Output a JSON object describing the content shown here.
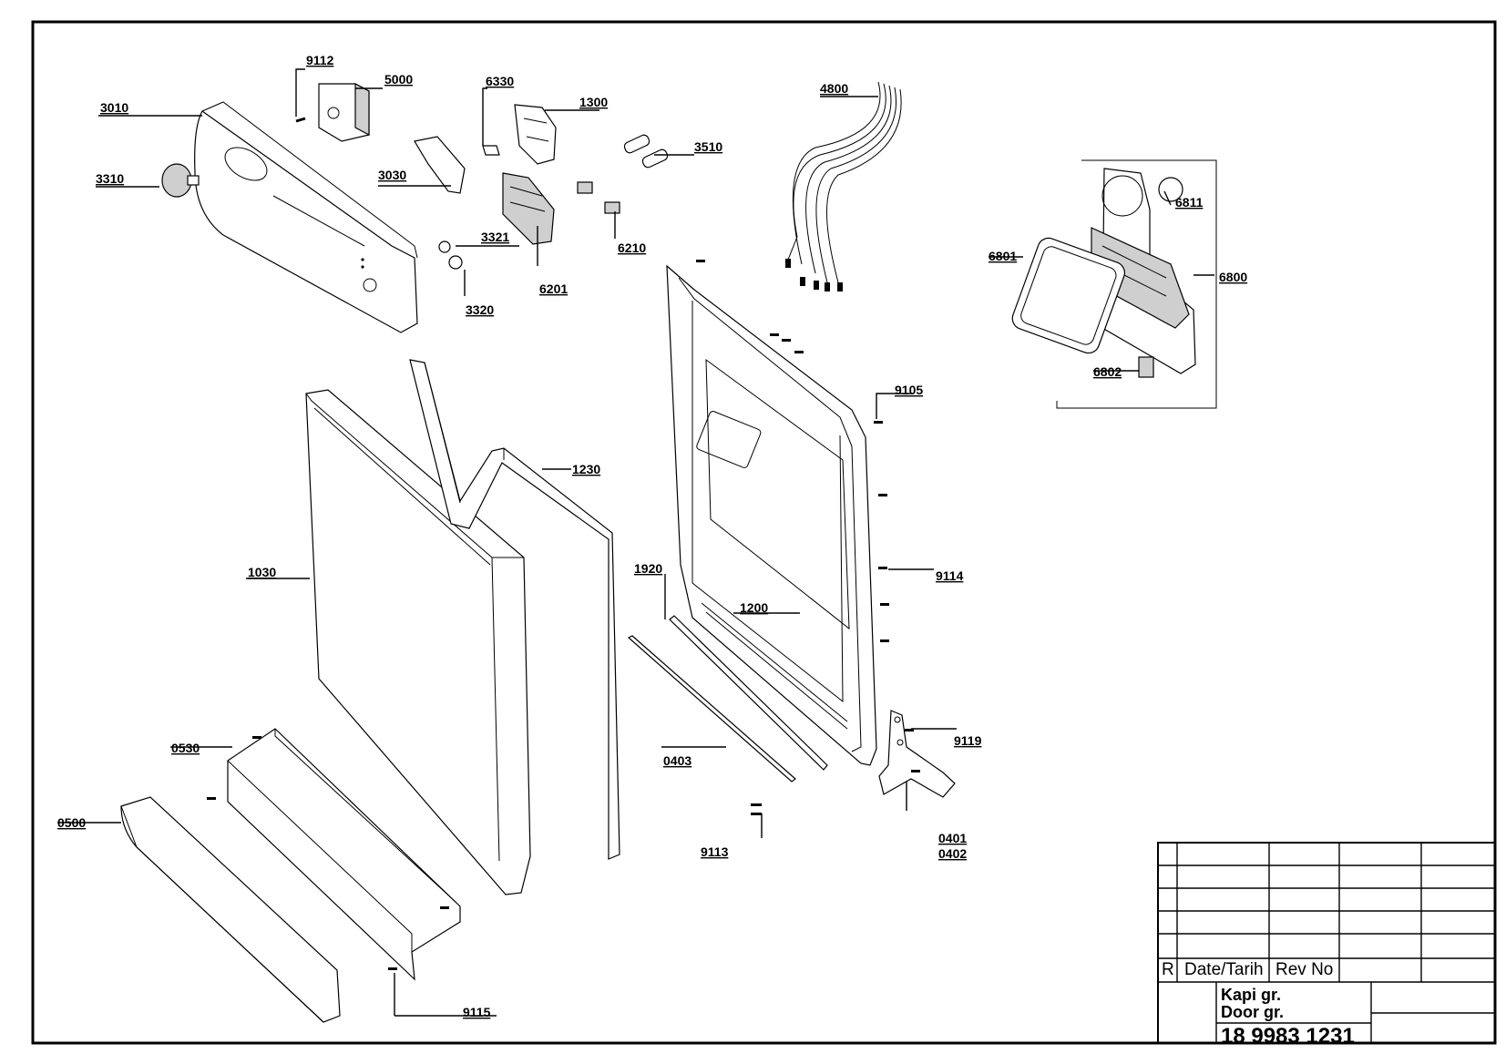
{
  "callouts": {
    "p9112": "9112",
    "p5000": "5000",
    "p6330": "6330",
    "p1300": "1300",
    "p4800": "4800",
    "p3010": "3010",
    "p3510": "3510",
    "p3310": "3310",
    "p3030": "3030",
    "p6811": "6811",
    "p3321": "3321",
    "p6210": "6210",
    "p6801": "6801",
    "p6800": "6800",
    "p6201": "6201",
    "p3320": "3320",
    "p6802": "6802",
    "p9105": "9105",
    "p1230": "1230",
    "p1030": "1030",
    "p1920": "1920",
    "p9114": "9114",
    "p1200": "1200",
    "p9119": "9119",
    "p0530": "0530",
    "p0403": "0403",
    "p0500": "0500",
    "p9113": "9113",
    "p0401": "0401",
    "p0402": "0402",
    "p9115": "9115"
  },
  "title_block": {
    "rev_col_r": "R",
    "rev_col_date": "Date/Tarih",
    "rev_col_revno": "Rev No",
    "title_tr": "Kapi gr.",
    "title_en": "Door gr.",
    "drawing_number": "18 9983 1231"
  }
}
